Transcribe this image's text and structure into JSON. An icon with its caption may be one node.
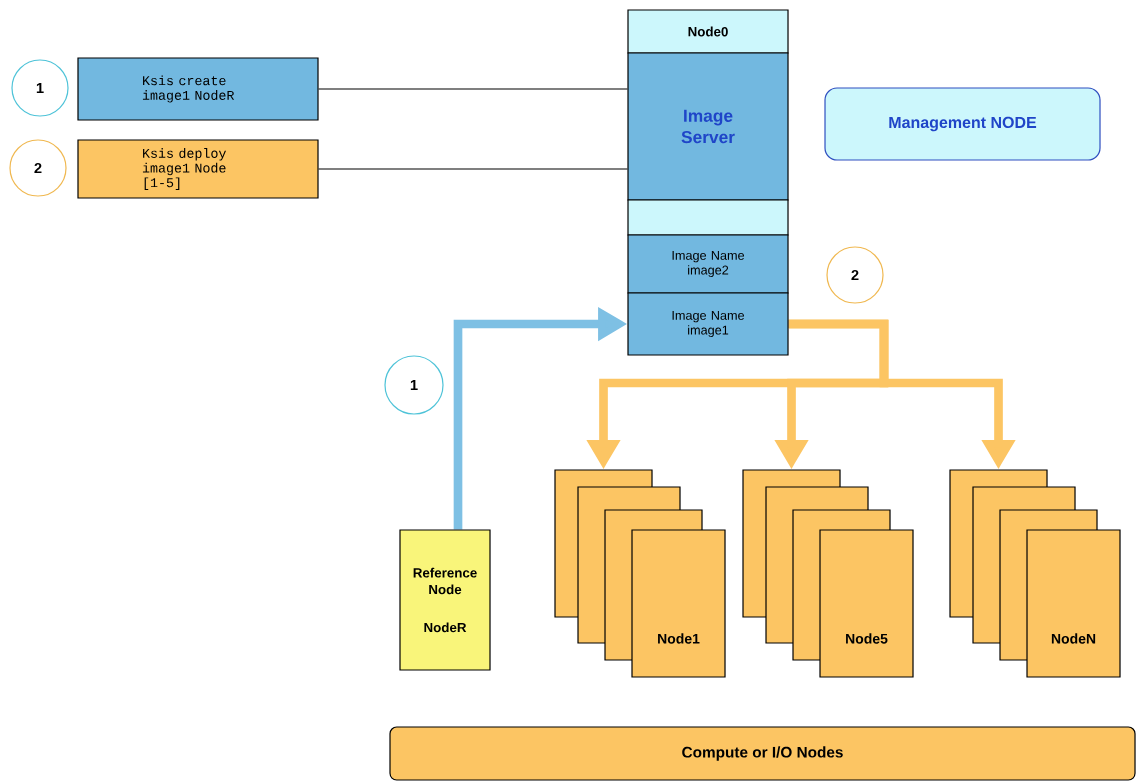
{
  "diagram": {
    "nodes": [
      {
        "text": [
          "1"
        ]
      },
      {
        "text": [
          "Ksis create image1 NodeR"
        ]
      },
      {
        "text": [
          "2"
        ]
      },
      {
        "text": [
          "Ksis deploy image1 Node [1-5]"
        ]
      },
      {
        "text": [
          "Node0"
        ]
      },
      {
        "text": [
          "Image Server"
        ]
      },
      {
        "text": [],
        "shape": "box"
      },
      {
        "text": [
          "Image Name image2"
        ]
      },
      {
        "text": [
          "Image Name image1"
        ]
      },
      {
        "text": [
          "Management NODE"
        ]
      },
      {
        "text": [
          "2"
        ]
      },
      {
        "text": [
          "1"
        ]
      },
      {
        "text": [
          "Reference Node",
          "NodeR"
        ]
      },
      {
        "text": [],
        "shape": "box"
      },
      {
        "text": [],
        "shape": "box"
      },
      {
        "text": [],
        "shape": "box"
      },
      {
        "text": [
          "Node1"
        ]
      },
      {
        "text": [],
        "shape": "box"
      },
      {
        "text": [],
        "shape": "box"
      },
      {
        "text": [],
        "shape": "box"
      },
      {
        "text": [
          "Node5"
        ]
      },
      {
        "text": [],
        "shape": "box"
      },
      {
        "text": [],
        "shape": "box"
      },
      {
        "text": [],
        "shape": "box"
      },
      {
        "text": [
          "NodeN"
        ]
      },
      {
        "text": [
          "Compute or I/O Nodes"
        ]
      }
    ],
    "edges": [
      {
        "from": 1,
        "to": 5,
        "arrow": "none",
        "color": "#000000"
      },
      {
        "from": 3,
        "to": 5,
        "arrow": "none",
        "color": "#000000"
      },
      {
        "from": 12,
        "to": 8,
        "arrow": "to",
        "color": "#7ec0e4"
      },
      {
        "from": 8,
        "to": 13,
        "arrow": "to"
      },
      {
        "from": 8,
        "to": 17,
        "arrow": "to"
      },
      {
        "from": 8,
        "to": 21,
        "arrow": "to"
      }
    ]
  }
}
